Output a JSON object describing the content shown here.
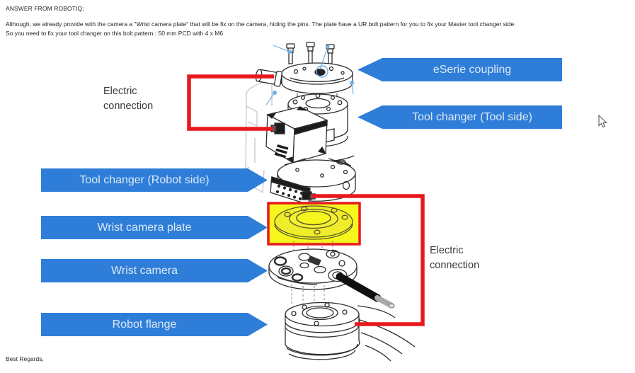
{
  "document": {
    "header": "ANSWER FROM ROBOTIQ:",
    "paragraph_line1": "Although, we already provide with the camera a \"Wrist camera plate\" that will be fix on the camera, hiding the pins. The plate have a UR bolt pattern for you to fix your Master tool changer side.",
    "paragraph_line2": "So you need to fix your tool changer on this bolt pattern : 50 mm PCD with 4 x M6",
    "closing": "Best Regards,"
  },
  "labels": {
    "left": [
      {
        "text": "Tool changer (Robot side)"
      },
      {
        "text": "Wrist camera plate"
      },
      {
        "text": "Wrist camera"
      },
      {
        "text": "Robot flange"
      }
    ],
    "right": [
      {
        "text": "eSerie coupling"
      },
      {
        "text": "Tool changer (Tool side)"
      }
    ],
    "electric_left": "Electric\nconnection",
    "electric_right": "Electric\nconnection"
  },
  "colors": {
    "arrow_blue": "#2e7ed9",
    "annotation_red": "#e8191d",
    "highlight_yellow": "#f6f51e",
    "line_dark": "#2e2e2e",
    "faded_gray": "#c9c9d2",
    "callout_blue": "#6db0e8"
  }
}
